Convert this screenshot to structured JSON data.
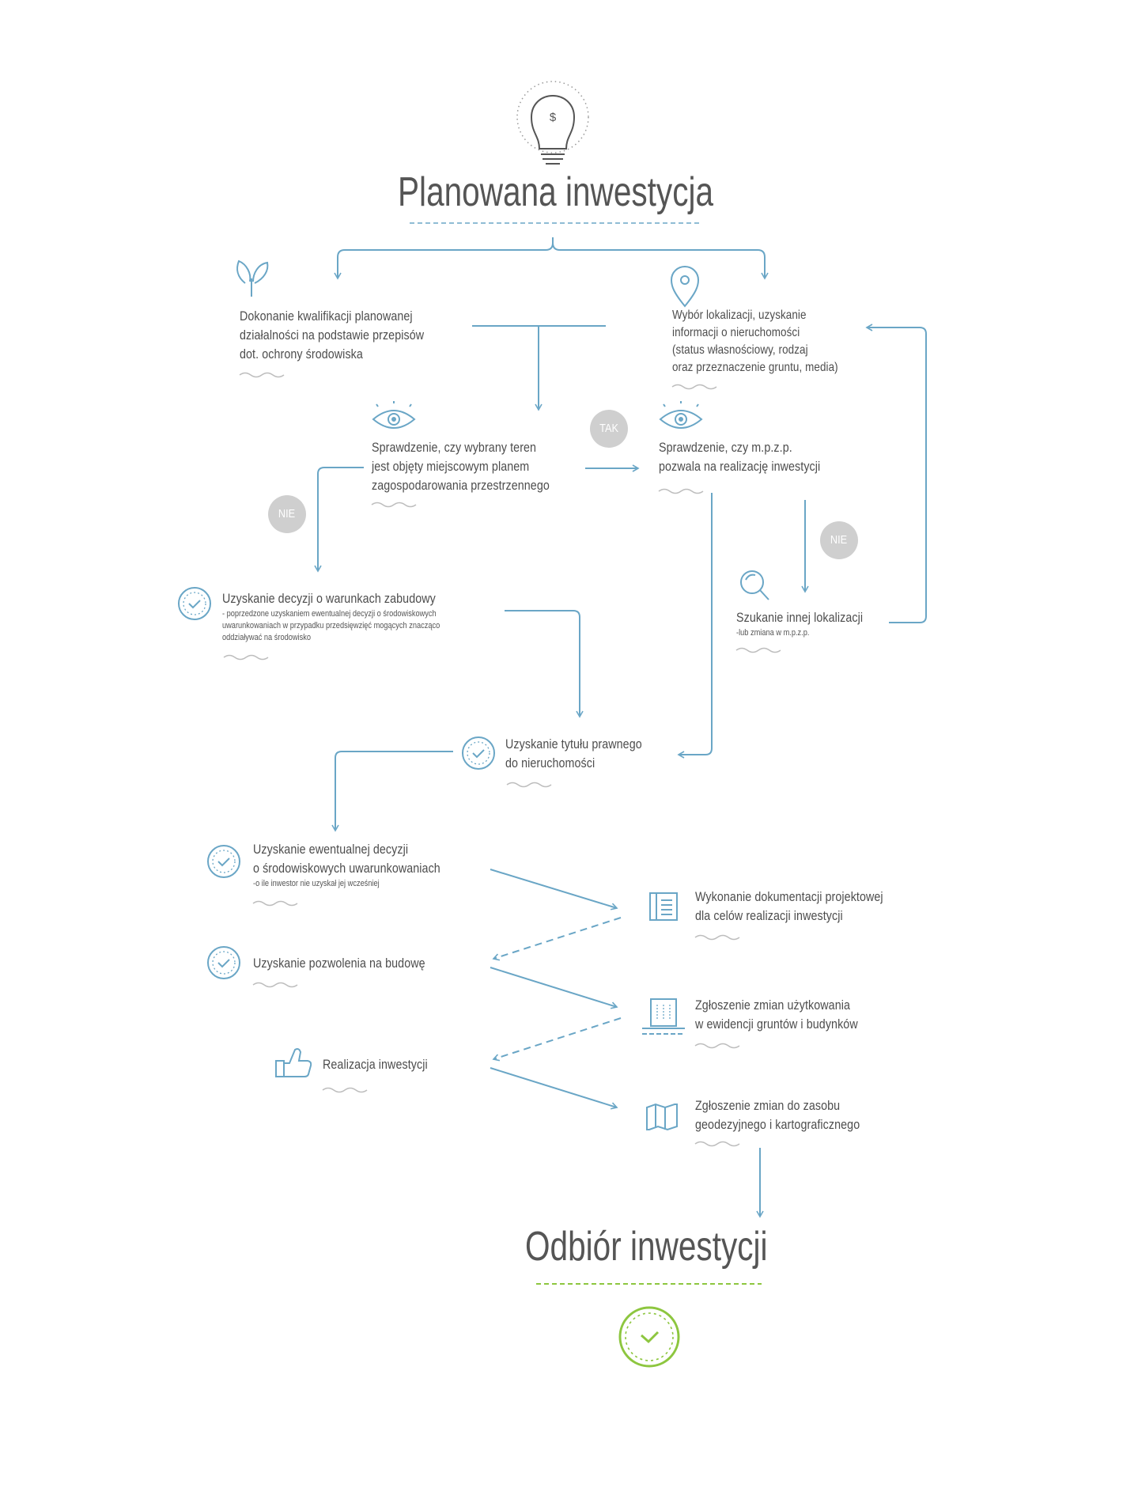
{
  "header": {
    "title": "Planowana inwestycja"
  },
  "footer": {
    "title": "Odbiór inwestycji"
  },
  "badges": {
    "tak": "TAK",
    "nie_left": "NIE",
    "nie_right": "NIE"
  },
  "colors": {
    "line": "#6aa6c6",
    "text": "#4d4d4d",
    "badge": "#cfcfcf",
    "accent_green": "#8dc63f",
    "squiggle": "#bdbdbd"
  },
  "steps": {
    "kwalifikacja": {
      "text": "Dokonanie kwalifikacji planowanej\ndziałalności na podstawie przepisów\ndot. ochrony środowiska",
      "icon": "leaf-icon"
    },
    "lokalizacja": {
      "text": "Wybór lokalizacji, uzyskanie\ninformacji o nieruchomości\n(status własnościowy, rodzaj\noraz przeznaczenie gruntu, media)",
      "icon": "location-pin-icon"
    },
    "sprawdzenie_plan": {
      "text": "Sprawdzenie, czy wybrany teren\njest objęty miejscowym planem\nzagospodarowania przestrzennego",
      "icon": "eye-icon"
    },
    "sprawdzenie_mpzp": {
      "text": "Sprawdzenie, czy m.p.z.p.\npozwala na realizację inwestycji",
      "icon": "eye-icon"
    },
    "warunki": {
      "text": "Uzyskanie decyzji o warunkach zabudowy",
      "subtext": "- poprzedzone uzyskaniem ewentualnej decyzji o środowiskowych\nuwarunkowaniach w przypadku przedsięwzięć mogących znacząco\noddziaływać na środowisko",
      "icon": "check-circle-icon"
    },
    "szukanie": {
      "text": "Szukanie innej lokalizacji",
      "subtext": "-lub zmiana w m.p.z.p.",
      "icon": "search-icon"
    },
    "tytul": {
      "text": "Uzyskanie tytułu prawnego\ndo nieruchomości",
      "icon": "check-circle-icon"
    },
    "srodowiskowa": {
      "text": "Uzyskanie ewentualnej decyzji\no środowiskowych uwarunkowaniach",
      "subtext": "-o ile inwestor nie uzyskał jej wcześniej",
      "icon": "check-circle-icon"
    },
    "dokumentacja": {
      "text": "Wykonanie dokumentacji projektowej\ndla celów realizacji inwestycji",
      "icon": "document-icon"
    },
    "pozwolenie": {
      "text": "Uzyskanie pozwolenia na budowę",
      "icon": "check-circle-icon"
    },
    "uzytkowanie": {
      "text": "Zgłoszenie zmian użytkowania\nw ewidencji gruntów i budynków",
      "icon": "building-icon"
    },
    "realizacja": {
      "text": "Realizacja inwestycji",
      "icon": "thumbs-up-icon"
    },
    "zasob": {
      "text": "Zgłoszenie zmian do zasobu\ngeodezyjnego i kartograficznego",
      "icon": "map-icon"
    }
  }
}
